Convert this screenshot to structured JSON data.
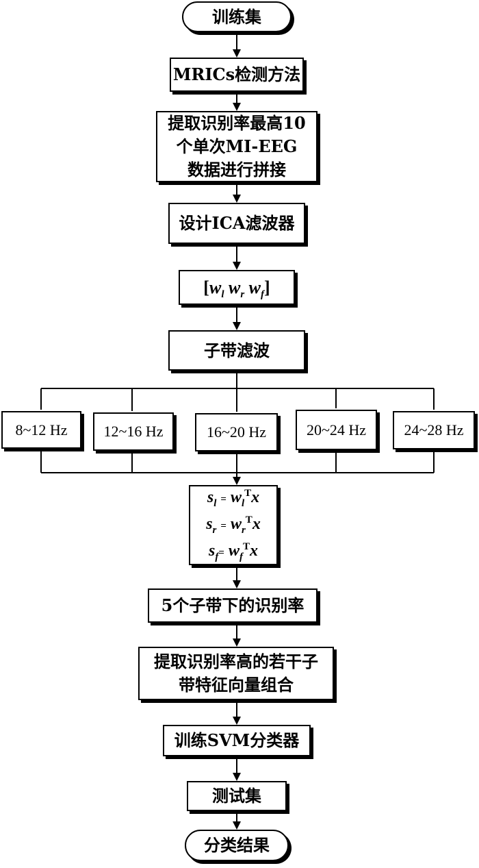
{
  "flow": {
    "start": "训练集",
    "mrics": "MRICs检测方法",
    "extract_lines": [
      "提取识别率最高10",
      "个单次MI-EEG",
      "数据进行拼接"
    ],
    "ica": "设计ICA滤波器",
    "subband": "子带滤波",
    "rate5": "5个子带下的识别率",
    "combine_lines": [
      "提取识别率高的若干子",
      "带特征向量组合"
    ],
    "svm": "训练SVM分类器",
    "test": "测试集",
    "result": "分类结果"
  },
  "bands": [
    "8~12 Hz",
    "12~16 Hz",
    "16~20 Hz",
    "20~24 Hz",
    "24~28 Hz"
  ],
  "weights": {
    "bracket_open": "[",
    "bracket_close": "]",
    "w": "w",
    "sub_l": "l",
    "sub_r": "r",
    "sub_f": "f"
  },
  "equations": {
    "s": "s",
    "w": "w",
    "x": "x",
    "eq": "=",
    "transpose": "T",
    "sub_l": "l",
    "sub_r": "r",
    "sub_f": "f"
  }
}
